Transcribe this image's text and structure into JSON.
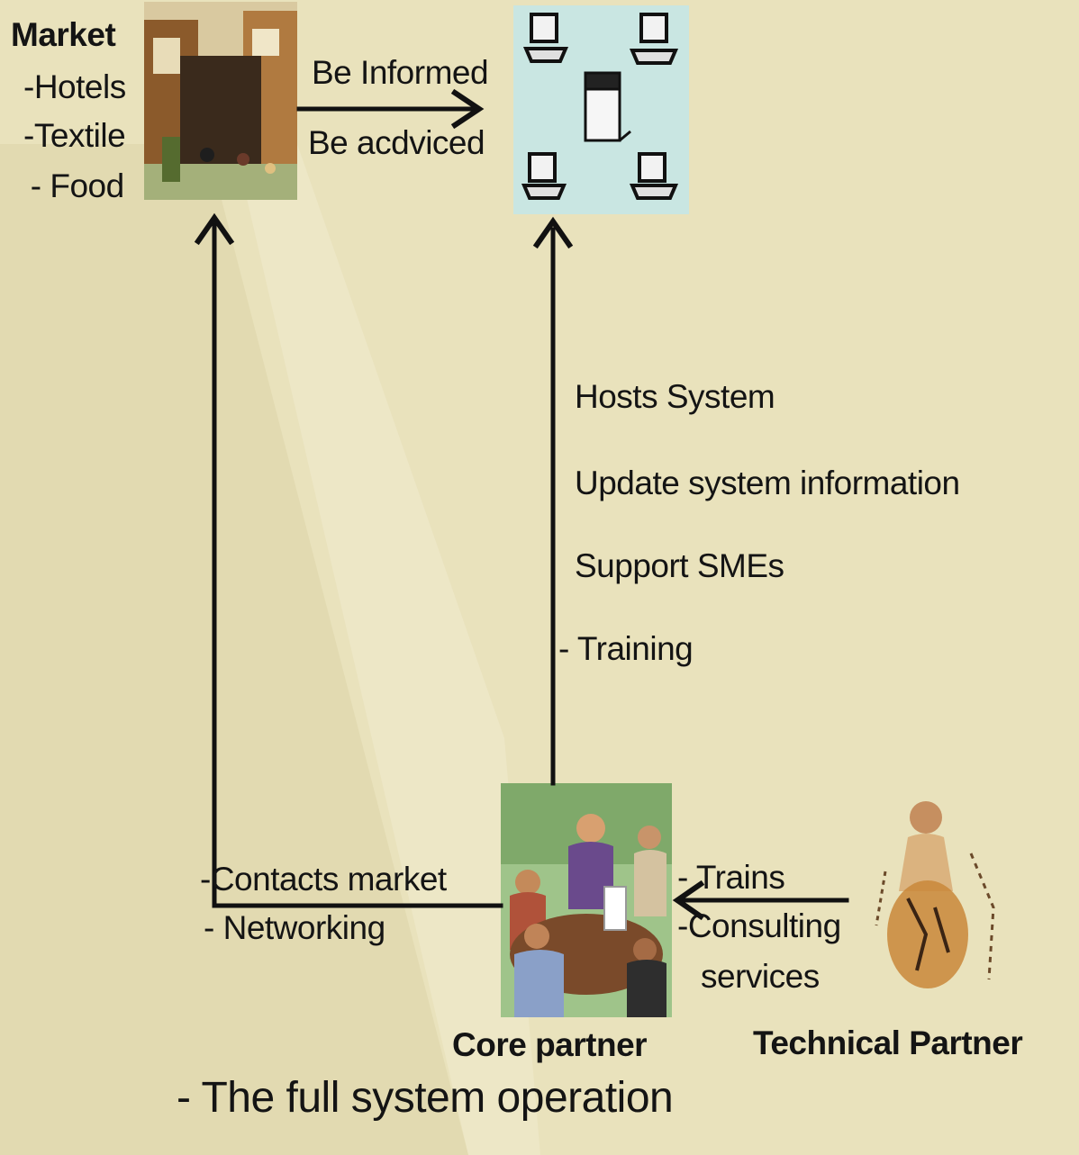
{
  "market": {
    "title": "Market",
    "items": [
      "-Hotels",
      "-Textile",
      " - Food"
    ]
  },
  "system_link": {
    "top_label": "Be Informed",
    "bottom_label": "Be acdviced"
  },
  "core_to_system": [
    "Hosts System",
    "Update system information",
    "Support SMEs",
    "- Training"
  ],
  "core_to_market": [
    "-Contacts market",
    "- Networking"
  ],
  "technical_to_core": [
    "- Trains",
    "-Consulting",
    "services"
  ],
  "labels": {
    "core_partner": "Core partner",
    "technical_partner": "Technical Partner"
  },
  "caption": "- The full system operation",
  "colors": {
    "background": "#e9e2bc",
    "arrow": "#111111",
    "system_panel": "#c9e6e2"
  }
}
